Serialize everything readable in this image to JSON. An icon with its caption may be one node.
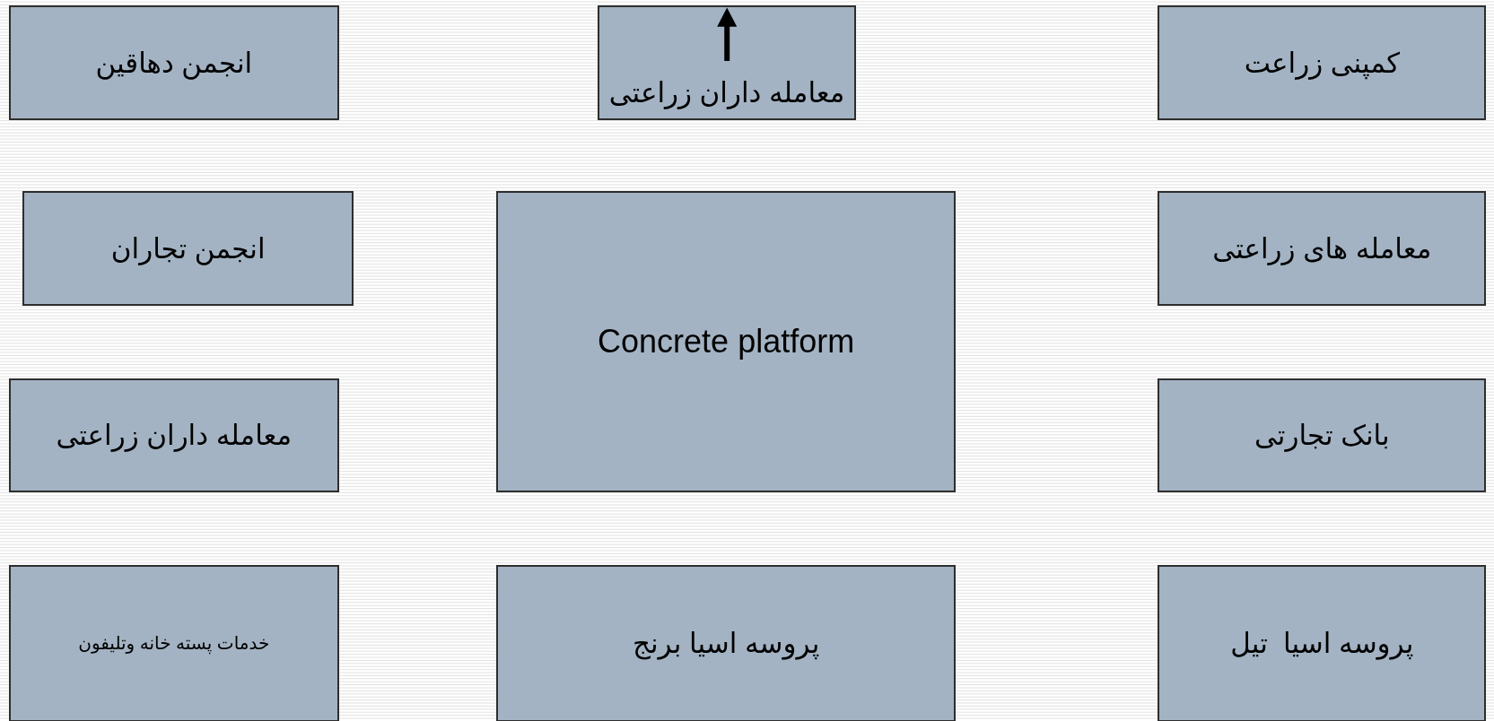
{
  "diagram": {
    "nodes": [
      {
        "text": [
          "انجمن دهاقین"
        ]
      },
      {
        "text": [
          "معامله داران زراعتی"
        ]
      },
      {
        "text": [
          "کمپنی زراعت"
        ]
      },
      {
        "text": [
          "انجمن تجاران"
        ]
      },
      {
        "text": [
          "Concrete platform"
        ]
      },
      {
        "text": [
          "معامله های زراعتی"
        ]
      },
      {
        "text": [
          "معامله داران زراعتی"
        ]
      },
      {
        "text": [
          "بانک تجارتی"
        ]
      },
      {
        "text": [
          "خدمات پسته خانه وتلیفون"
        ]
      },
      {
        "text": [
          "پروسه اسیا برنج"
        ]
      },
      {
        "text": [
          "پروسه اسیا  تیل"
        ]
      }
    ]
  }
}
